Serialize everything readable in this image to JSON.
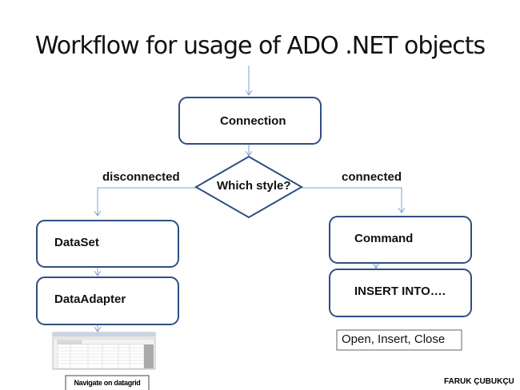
{
  "title": "Workflow for usage of ADO .NET objects",
  "nodes": {
    "connection": "Connection",
    "decision": "Which style?",
    "dataset": "DataSet",
    "dataadapter": "DataAdapter",
    "command": "Command",
    "insert": "INSERT INTO….",
    "open_insert_close": "Open, Insert, Close",
    "navigate": "Navigate on datagrid"
  },
  "edges": {
    "left": "disconnected",
    "right": "connected"
  },
  "author": "FARUK ÇUBUKÇU",
  "colors": {
    "box_border": "#2f4f80",
    "arrow": "#7f9fd0"
  }
}
